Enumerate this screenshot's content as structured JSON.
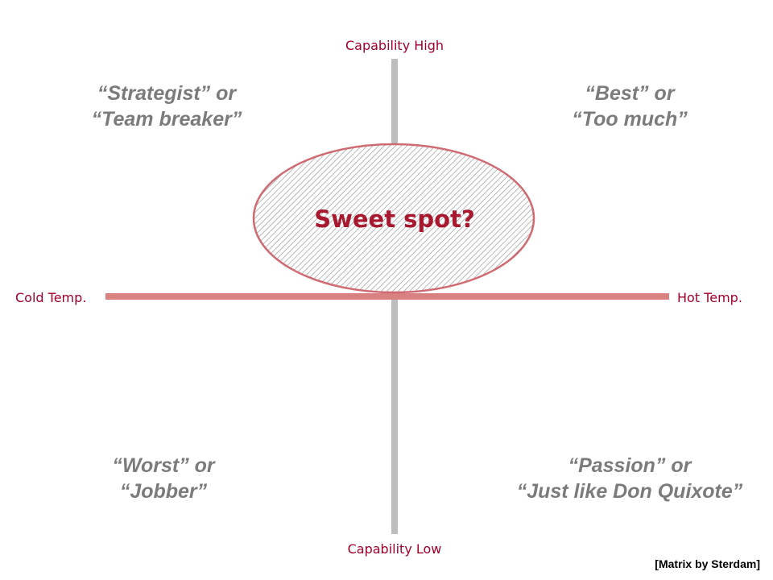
{
  "axes": {
    "top": "Capability High",
    "bottom": "Capability Low",
    "left": "Cold Temp.",
    "right": "Hot Temp."
  },
  "quadrants": {
    "top_left": {
      "line1": "“Strategist” or",
      "line2": "“Team breaker”"
    },
    "top_right": {
      "line1": "“Best” or",
      "line2": "“Too much”"
    },
    "bottom_left": {
      "line1": "“Worst” or",
      "line2": "“Jobber”"
    },
    "bottom_right": {
      "line1": "“Passion” or",
      "line2": "“Just like Don Quixote”"
    }
  },
  "center": {
    "label": "Sweet spot?"
  },
  "credit": "[Matrix by Sterdam]",
  "colors": {
    "axis_label": "#a0002a",
    "vertical_axis": "#bdbdbd",
    "horizontal_axis": "#d98080",
    "ellipse_stroke": "#d06a72",
    "ellipse_hatch": "#9a9a9a",
    "center_text": "#a8192f",
    "quadrant_text": "#7b7b7b"
  }
}
